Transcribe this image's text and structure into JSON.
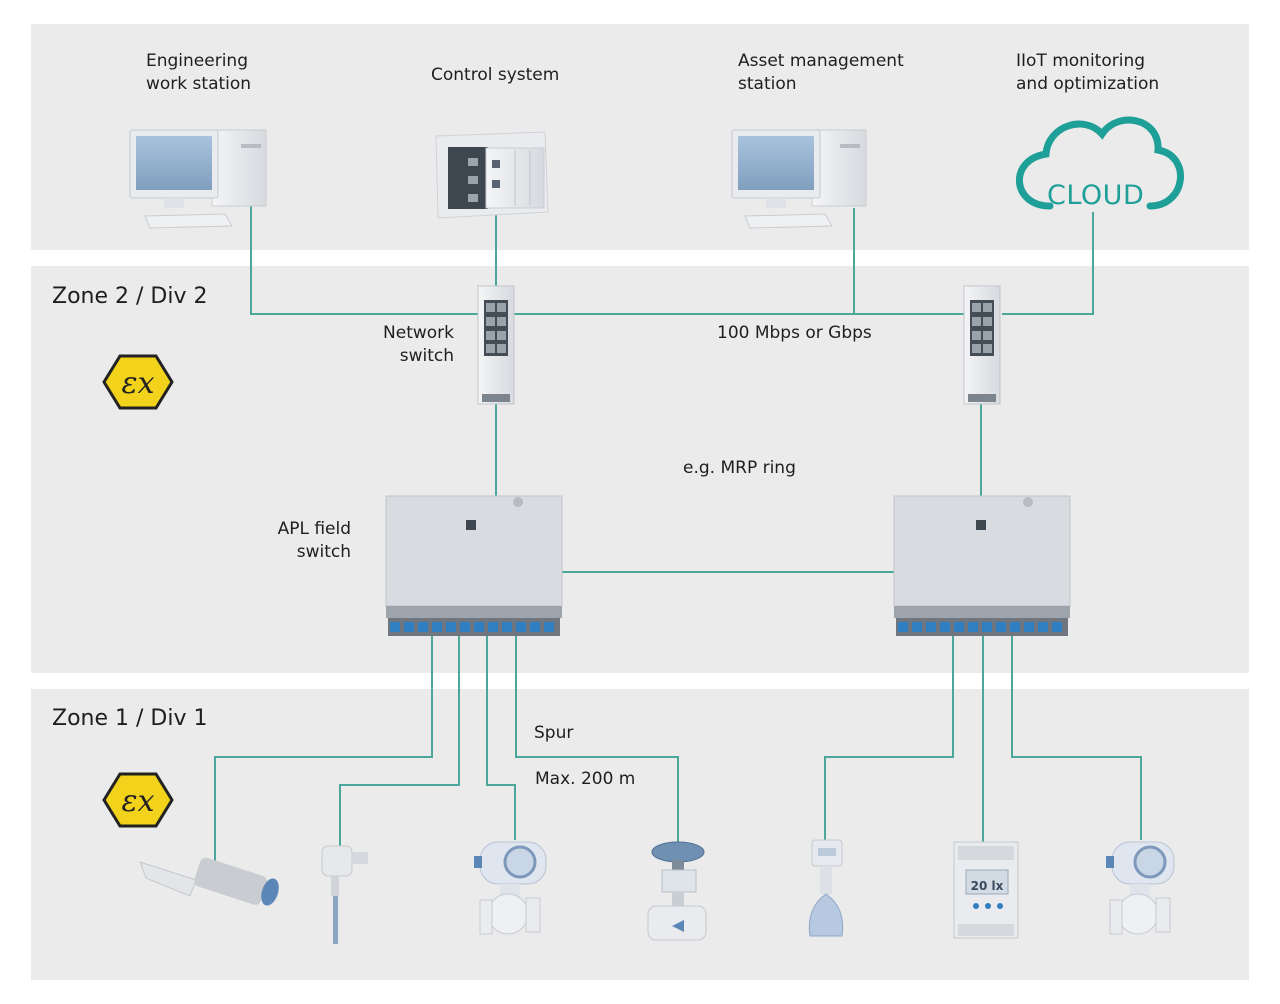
{
  "stations": {
    "engineering": "Engineering\nwork station",
    "control": "Control system",
    "asset": "Asset management\nstation",
    "iiot": "IIoT monitoring\nand optimization",
    "cloud": "CLOUD"
  },
  "zones": {
    "zone2": "Zone 2 / Div 2",
    "zone1": "Zone 1 / Div 1"
  },
  "labels": {
    "network_switch": "Network\nswitch",
    "speed": "100 Mbps or Gbps",
    "ring": "e.g. MRP ring",
    "apl_switch": "APL field\nswitch",
    "spur": "Spur",
    "max": "Max. 200 m"
  },
  "colors": {
    "link": "#4aa79a",
    "ex_badge": "#f2d21b",
    "cloud": "#1e9f97",
    "zone_band": "#ebebeb"
  }
}
